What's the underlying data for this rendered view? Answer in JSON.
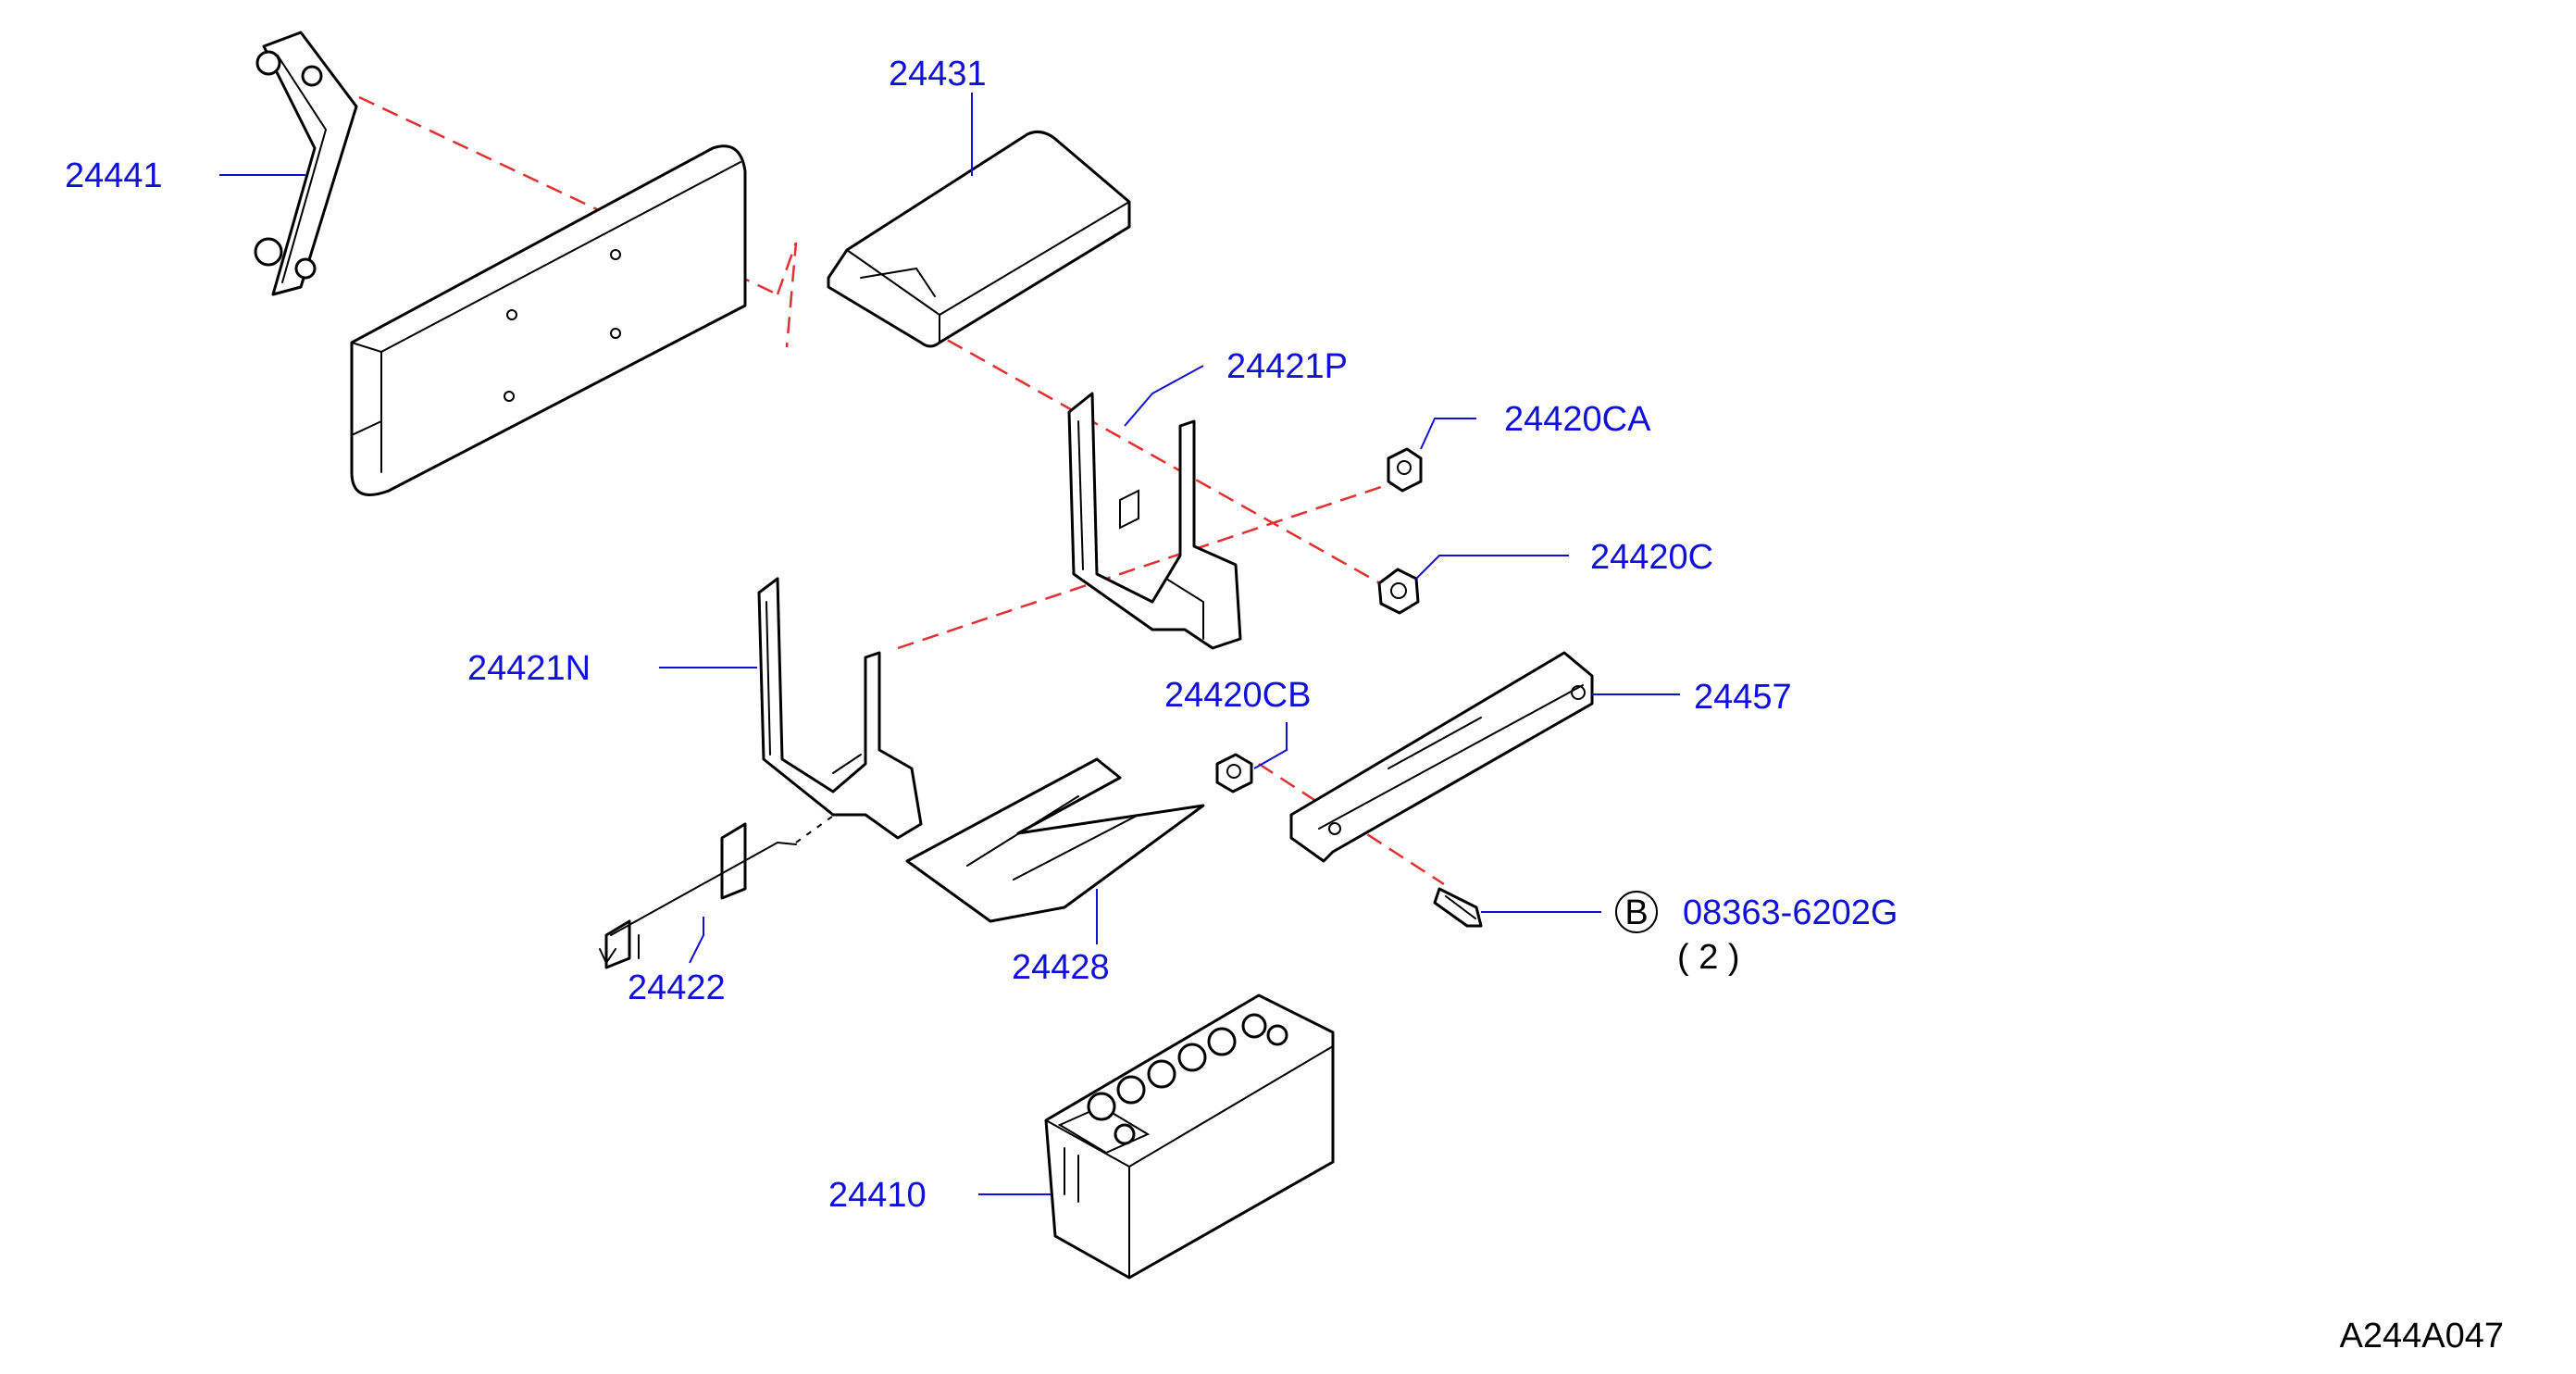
{
  "parts": {
    "p24441": "24441",
    "p24431": "24431",
    "p24421P": "24421P",
    "p24420CA": "24420CA",
    "p24420C": "24420C",
    "p24421N": "24421N",
    "p24420CB": "24420CB",
    "p24457": "24457",
    "p24422": "24422",
    "p24428": "24428",
    "p24410": "24410",
    "bolt": "08363-6202G",
    "bolt_qty": "( 2 )"
  },
  "bolt_callout": "B",
  "diagram_id": "A244A047",
  "colors": {
    "label": "#1010d8",
    "alignment_dash": "#e03030",
    "line": "#000000"
  }
}
